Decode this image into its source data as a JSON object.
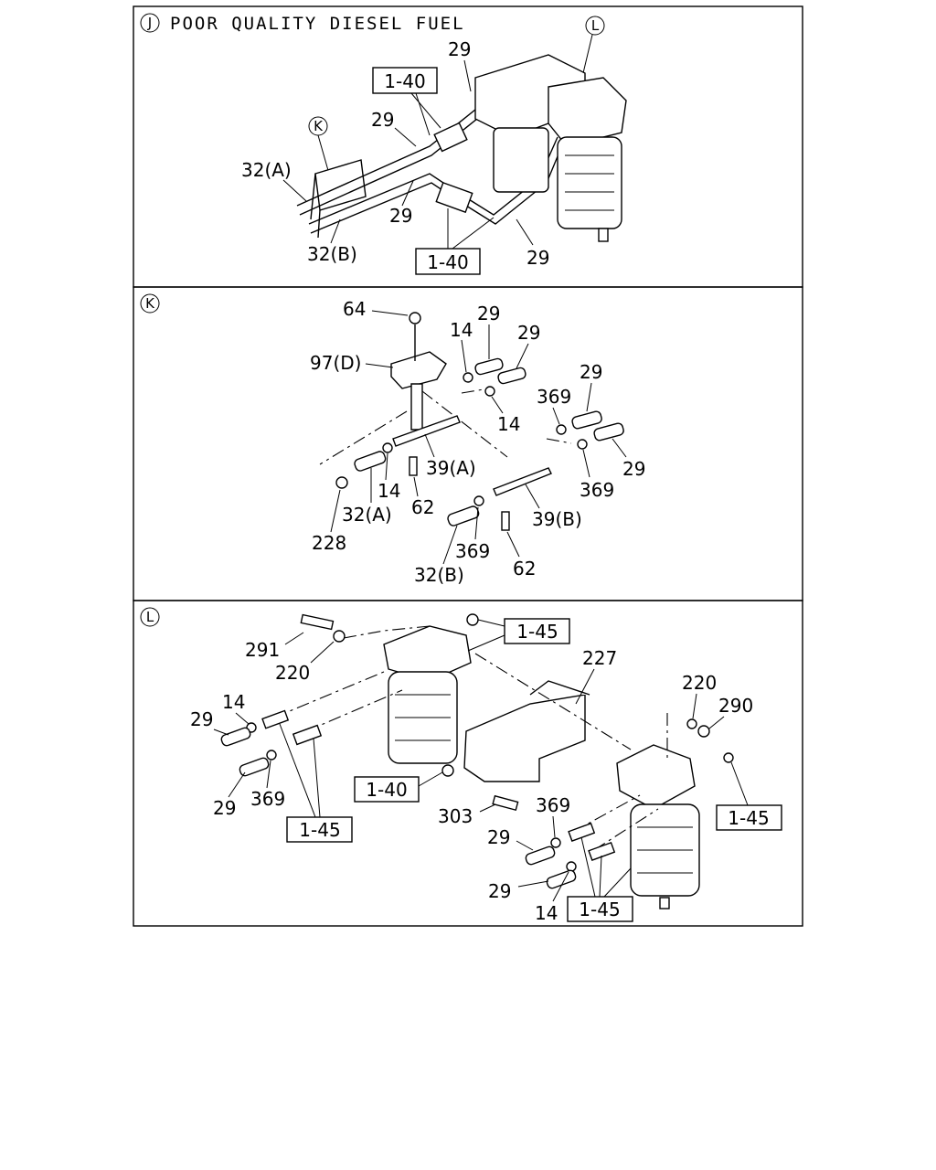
{
  "panels": {
    "J": {
      "marker": "J",
      "title": "POOR QUALITY DIESEL FUEL",
      "view_markers": [
        "K",
        "L"
      ],
      "callouts": [
        "29",
        "29",
        "29",
        "29",
        "32(A)",
        "32(B)"
      ],
      "refs": [
        "1-40",
        "1-40"
      ]
    },
    "K": {
      "marker": "K",
      "callouts": [
        "64",
        "97(D)",
        "14",
        "29",
        "29",
        "14",
        "369",
        "29",
        "39(A)",
        "14",
        "32(A)",
        "62",
        "228",
        "29",
        "369",
        "39(B)",
        "369",
        "32(B)",
        "62"
      ]
    },
    "L": {
      "marker": "L",
      "callouts": [
        "291",
        "220",
        "227",
        "220",
        "290",
        "14",
        "29",
        "29",
        "369",
        "303",
        "369",
        "29",
        "29",
        "14"
      ],
      "refs": [
        "1-45",
        "1-45",
        "1-40",
        "1-45",
        "1-45"
      ]
    }
  }
}
